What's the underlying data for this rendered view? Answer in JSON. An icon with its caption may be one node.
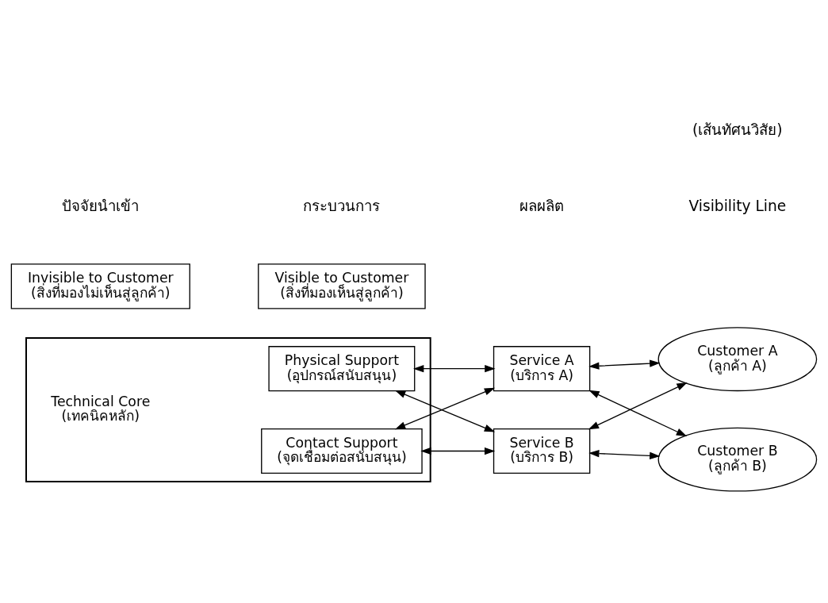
{
  "diagram": {
    "nodes": [
      {
        "text": [],
        "shape": "box"
      },
      {
        "text": [
          "Technical Core",
          "(เทคนิคหลัก)"
        ],
        "in": 0
      },
      {
        "text": [
          "Physical Support",
          "(อุปกรณ์สนับสนุน)"
        ],
        "in": 0
      },
      {
        "text": [
          "Contact Support",
          "(จุดเชื่อมต่อสนับสนุน)"
        ],
        "in": 0
      },
      {
        "text": [
          "Service A",
          "(บริการ A)"
        ]
      },
      {
        "text": [
          "Service B",
          "(บริการ B)"
        ]
      },
      {
        "text": [
          "Customer A",
          "(ลูกค้า A)"
        ]
      },
      {
        "text": [
          "Customer B",
          "(ลูกค้า B)"
        ]
      },
      {
        "text": [
          "Invisible to Customer",
          "(สิ่งที่มองไม่เห็นสู่ลูกค้า)"
        ]
      },
      {
        "text": [
          "Visible to Customer",
          "(สิ่งที่มองเห็นสู่ลูกค้า)"
        ]
      }
    ],
    "edges": [
      {
        "from": 2,
        "to": 4,
        "arrow": "both"
      },
      {
        "from": 2,
        "to": 5,
        "arrow": "both"
      },
      {
        "from": 3,
        "to": 4,
        "arrow": "both"
      },
      {
        "from": 3,
        "to": 5,
        "arrow": "both"
      },
      {
        "from": 4,
        "to": 6,
        "arrow": "both"
      },
      {
        "from": 4,
        "to": 7,
        "arrow": "both"
      },
      {
        "from": 5,
        "to": 6,
        "arrow": "both"
      },
      {
        "from": 5,
        "to": 7,
        "arrow": "both"
      }
    ],
    "labels": [
      "ปัจจัยนำเข้า",
      "กระบวนการ",
      "ผลผลิต",
      "Visibility Line",
      "(เส้นทัศนวิสัย)"
    ]
  }
}
